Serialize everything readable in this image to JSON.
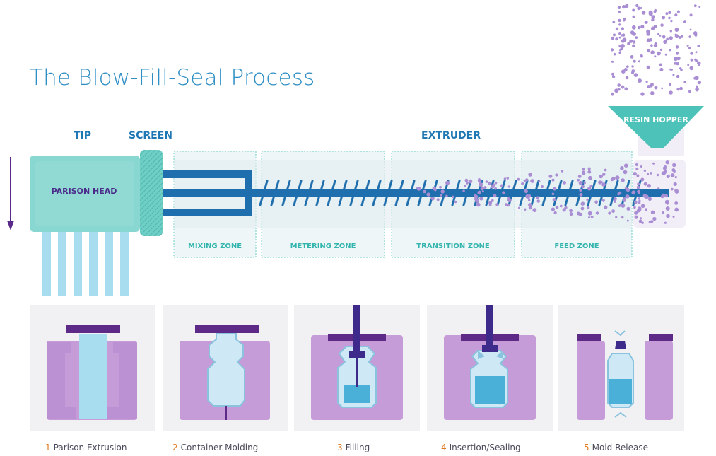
{
  "title": "The Blow-Fill-Seal Process",
  "sections": {
    "tip": "TIP",
    "screen": "SCREEN",
    "extruder": "EXTRUDER",
    "hopper": "RESIN HOPPER",
    "parison_head": "PARISON HEAD"
  },
  "zones": [
    "MIXING ZONE",
    "METERING ZONE",
    "TRANSITION ZONE",
    "FEED ZONE"
  ],
  "steps": [
    {
      "num": "1",
      "label": "Parison Extrusion"
    },
    {
      "num": "2",
      "label": "Container Molding"
    },
    {
      "num": "3",
      "label": "Filling"
    },
    {
      "num": "4",
      "label": "Insertion/Sealing"
    },
    {
      "num": "5",
      "label": "Mold Release"
    }
  ],
  "colors": {
    "title": "#2f8fc4",
    "screw": "#1f6fae",
    "teal": "#33b5ad",
    "resin": "#a98ed4",
    "mold": "#b48fd0",
    "mold_top": "#6a2a9a",
    "parison": "#a8dcef",
    "accent_number": "#e07a1f"
  }
}
